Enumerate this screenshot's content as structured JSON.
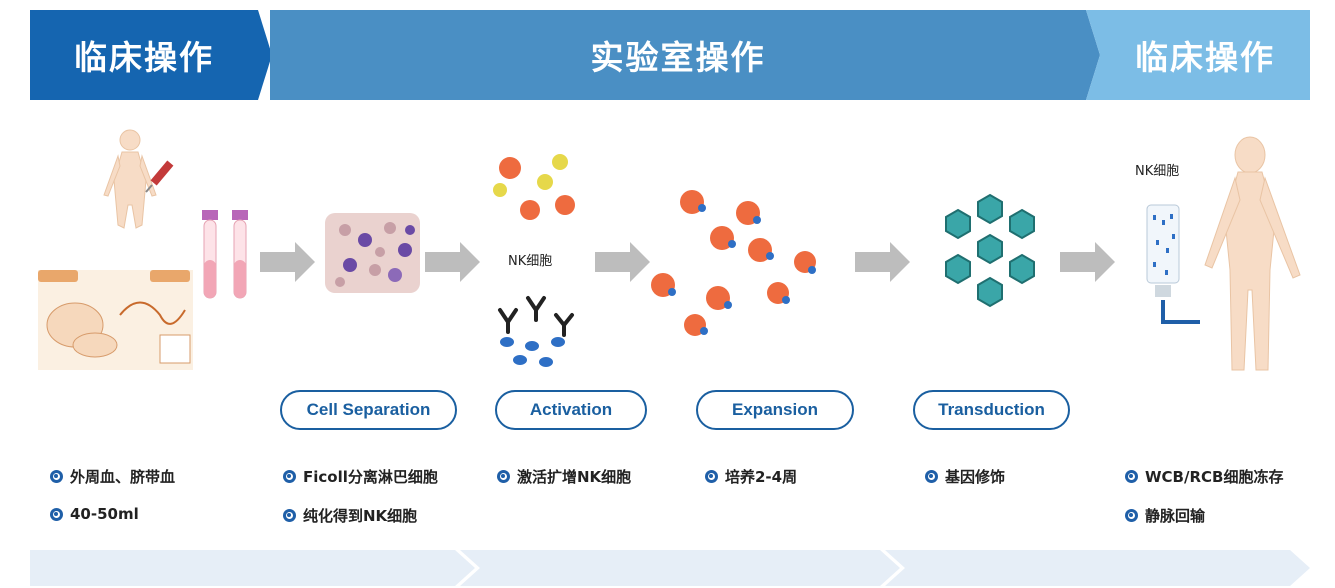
{
  "banner": {
    "left_title": "临床操作",
    "center_title": "实验室操作",
    "right_title": "临床操作",
    "colors": {
      "left": "#1565b0",
      "center": "#4a8fc4",
      "right": "#7cbde6"
    }
  },
  "images": {
    "activation_label": "NK细胞",
    "infusion_label": "NK细胞"
  },
  "steps": [
    {
      "label": "Cell Separation"
    },
    {
      "label": "Activation"
    },
    {
      "label": "Expansion"
    },
    {
      "label": "Transduction"
    }
  ],
  "bullets": {
    "col1": [
      "外周血、脐带血",
      "40-50ml"
    ],
    "col2": [
      "Ficoll分离淋巴细胞",
      "纯化得到NK细胞"
    ],
    "col3": [
      "激活扩增NK细胞"
    ],
    "col4": [
      "培养2-4周"
    ],
    "col5": [
      "基因修饰"
    ],
    "col6": [
      "WCB/RCB细胞冻存",
      "静脉回输"
    ]
  },
  "accent_color": "#1a5fa0"
}
